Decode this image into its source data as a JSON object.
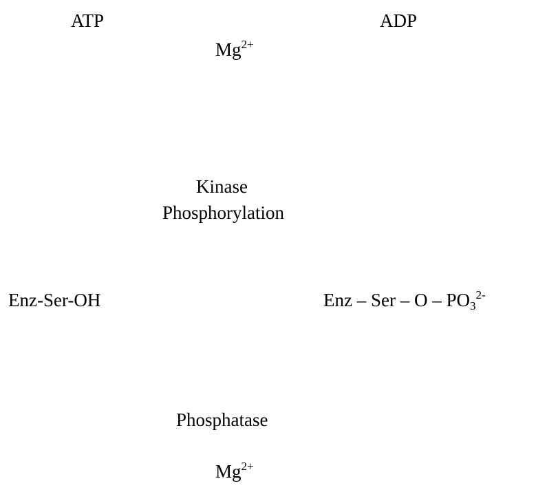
{
  "reactants_top": {
    "atp": "ATP",
    "adp": "ADP"
  },
  "cofactor_top": {
    "base": "Mg",
    "charge": "2+"
  },
  "forward_reaction": {
    "enzyme": "Kinase",
    "process": "Phosphorylation"
  },
  "substrate": "Enz-Ser-OH",
  "product": {
    "base": "Enz – Ser – O – PO",
    "subscript": "3",
    "charge": "2-"
  },
  "reverse_reaction": {
    "enzyme": "Phosphatase"
  },
  "cofactor_bottom": {
    "base": "Mg",
    "charge": "2+"
  }
}
